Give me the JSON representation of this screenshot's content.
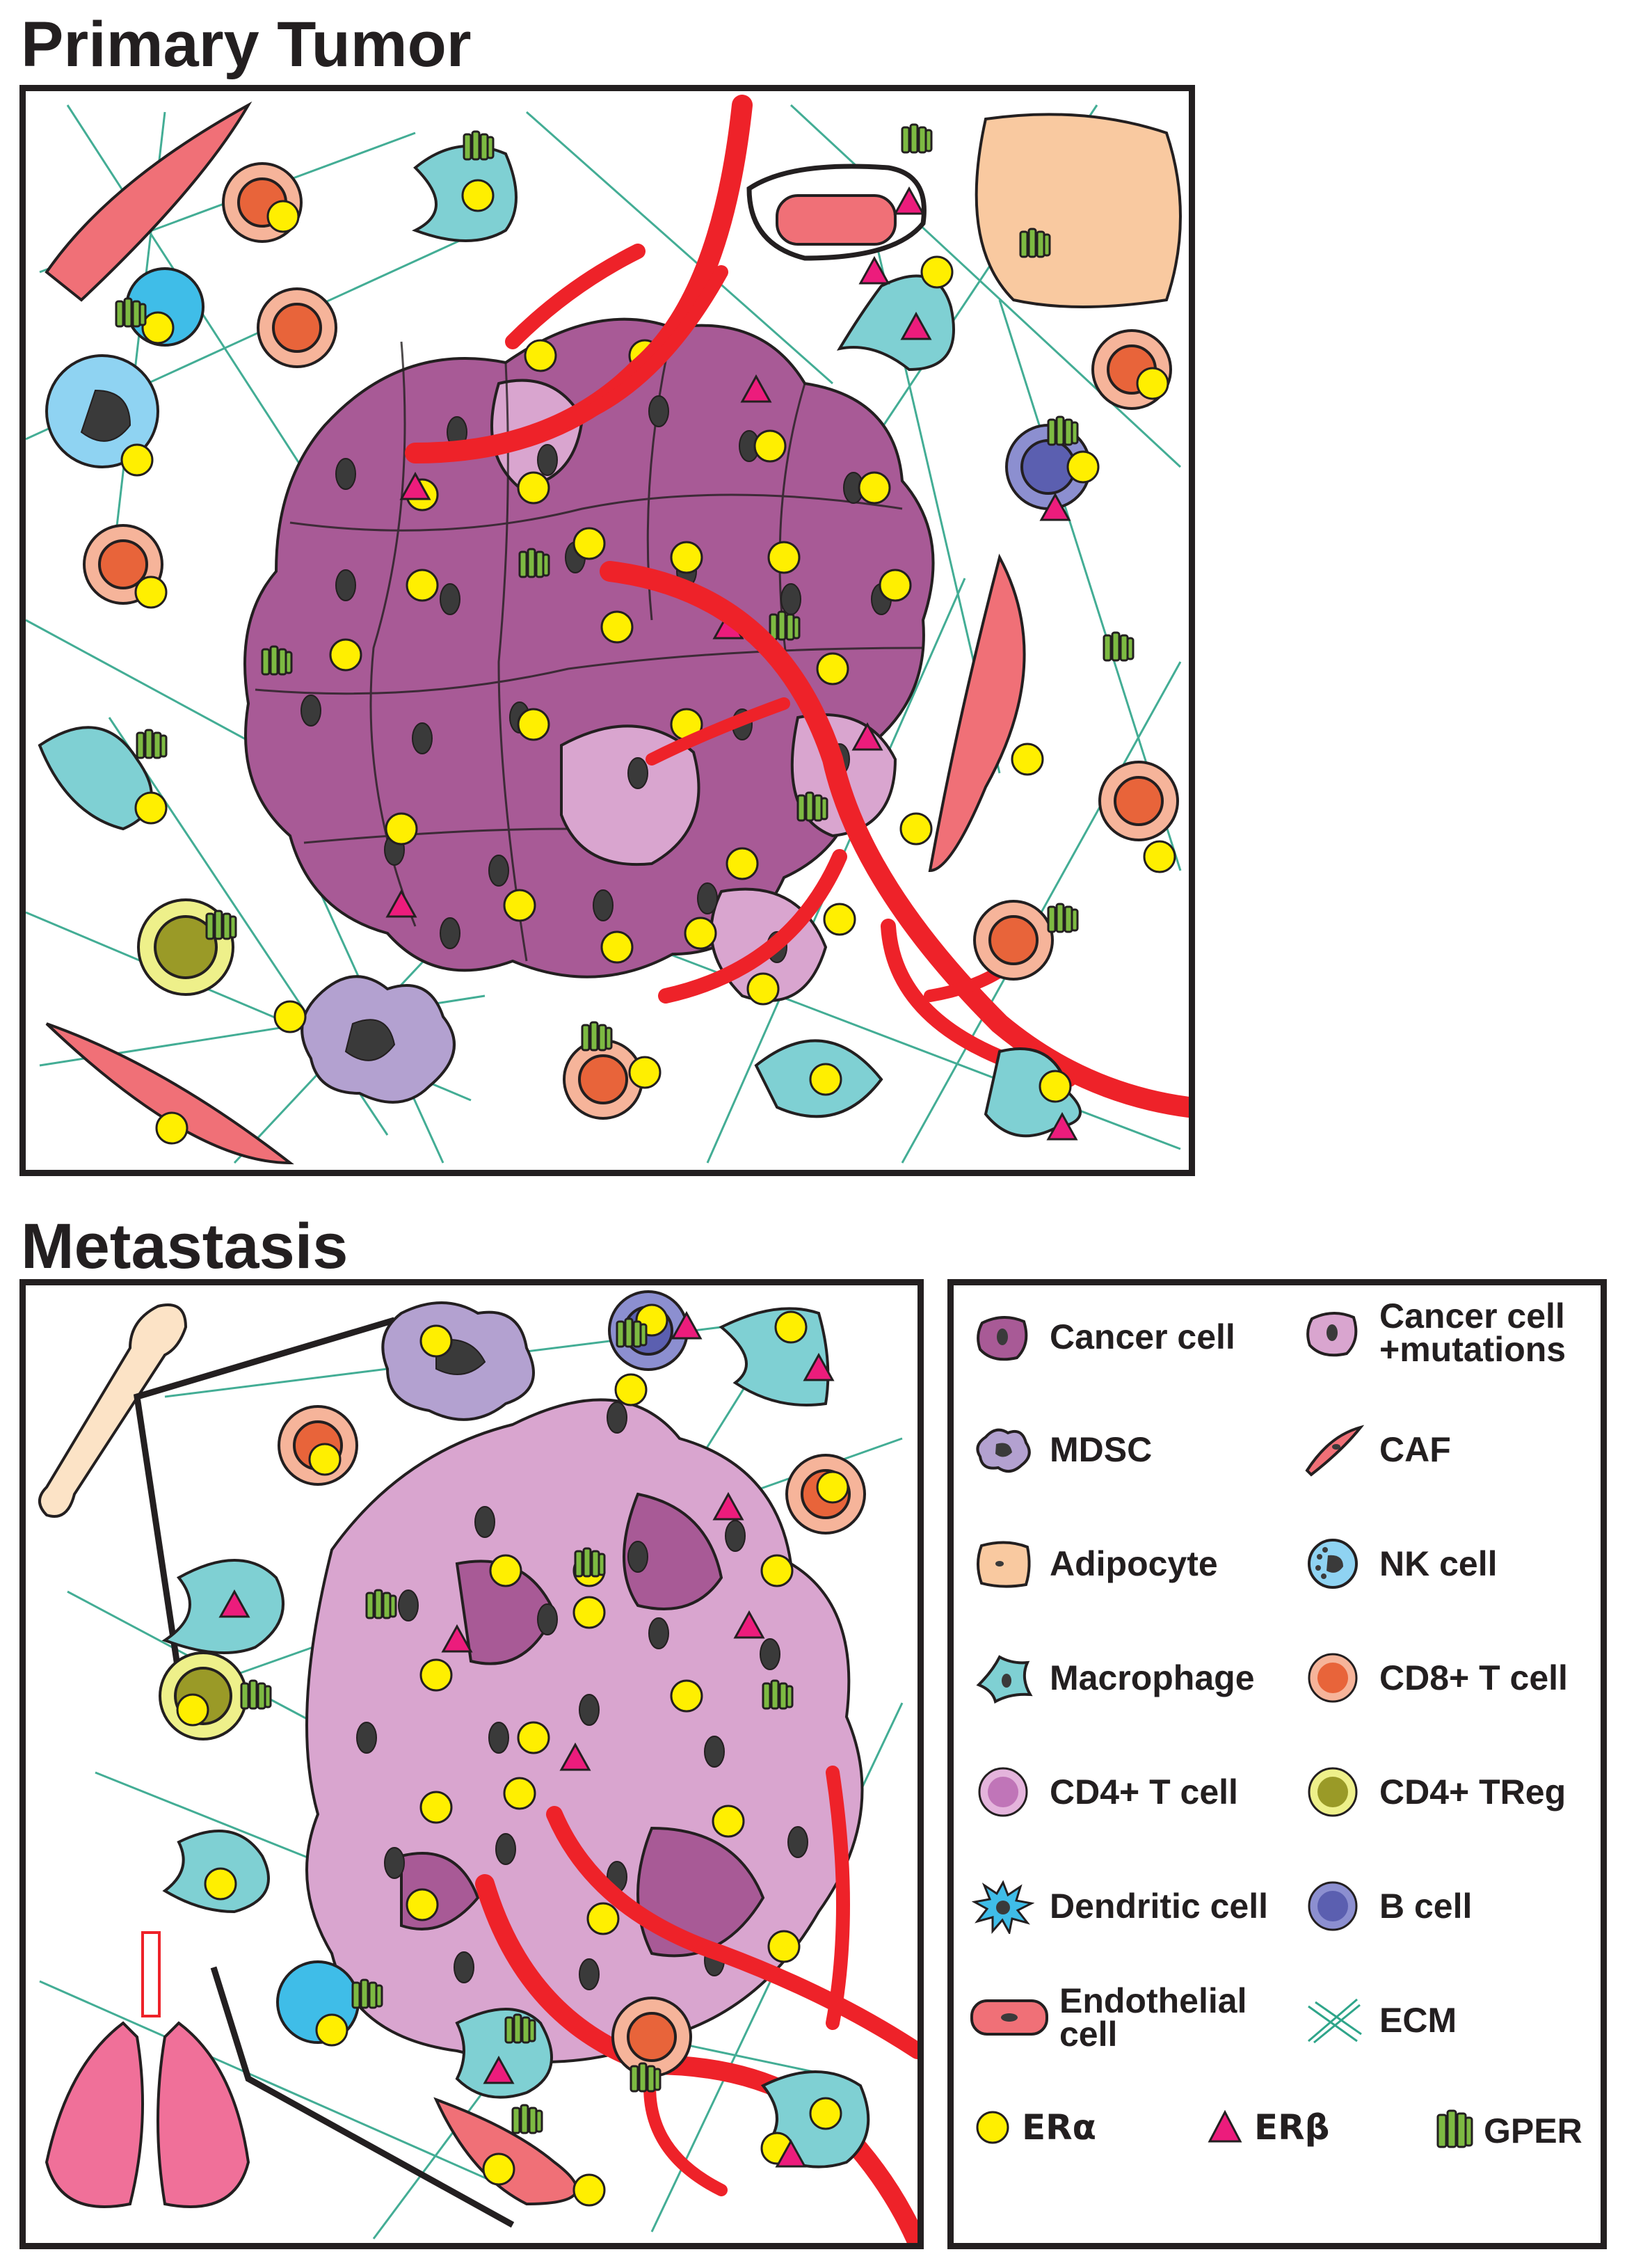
{
  "primary_title": "Primary Tumor",
  "metastasis_title": "Metastasis",
  "legend": {
    "cancer_cell": "Cancer cell",
    "cancer_cell_mutations": "Cancer cell\n+mutations",
    "mdsc": "MDSC",
    "caf": "CAF",
    "adipocyte": "Adipocyte",
    "nk_cell": "NK cell",
    "macrophage": "Macrophage",
    "cd8_t_cell": "CD8+ T cell",
    "cd4_t_cell": "CD4+ T cell",
    "cd4_treg": "CD4+ TReg",
    "dendritic_cell": "Dendritic cell",
    "b_cell": "B cell",
    "endothelial_cell": "Endothelial\ncell",
    "ecm": "ECM",
    "er_alpha": "ERα",
    "er_beta": "ERβ",
    "gper": "GPER"
  },
  "colors": {
    "cancer_cell": "#a85a96",
    "cancer_cell_mutations": "#d9a5cf",
    "macrophage": "#7fd0d3",
    "caf": "#f07077",
    "adipocyte": "#f9c9a0",
    "nk_cell": "#8fd3f2",
    "cd8_t_cell": "#e8643a",
    "cd4_treg": "#9a9a27",
    "b_cell": "#5b5fb0",
    "mdsc": "#b3a1d0",
    "dendritic_cell": "#3fbde8",
    "ecm_fiber": "#2fa58a",
    "blood_vessel": "#ee2229",
    "er_alpha": "#ffef00",
    "er_beta": "#ec1c7c",
    "gper": "#7dba42",
    "nucleus": "#3a3a3a"
  }
}
